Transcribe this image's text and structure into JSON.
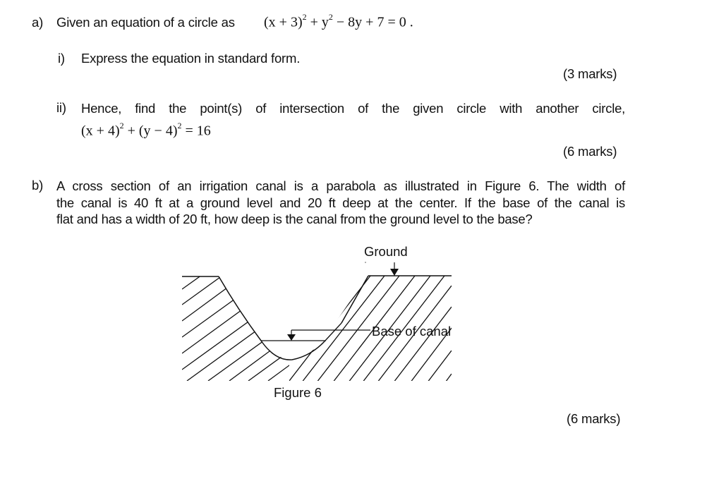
{
  "question_a": {
    "label": "a)",
    "intro": "Given an equation of a circle as",
    "equation": {
      "open": "(x + 3)",
      "sup1": "2",
      "mid": " + y",
      "sup2": "2",
      "rest": " − 8y + 7 = 0 ."
    },
    "part_i": {
      "label": "i)",
      "text": "Express the equation in standard form.",
      "marks": "(3 marks)"
    },
    "part_ii": {
      "label": "ii)",
      "text": "Hence, find the point(s) of intersection of the given circle with another circle,",
      "equation": {
        "p1": "(x + 4)",
        "s1": "2",
        "p2": " + (y − 4)",
        "s2": "2",
        "p3": " = 16"
      },
      "marks": "(6 marks)"
    }
  },
  "question_b": {
    "label": "b)",
    "lines": [
      "A cross section of an irrigation canal is a parabola as illustrated in Figure 6. The width of",
      "the canal is 40 ft at a ground level and 20 ft deep at the center. If the base of the canal is",
      "flat and has a width of 20 ft, how deep is the canal from the ground level to the base?"
    ],
    "figure": {
      "ground_label": "Ground",
      "base_label": "Base of canal",
      "caption": "Figure 6"
    },
    "marks": "(6 marks)"
  }
}
